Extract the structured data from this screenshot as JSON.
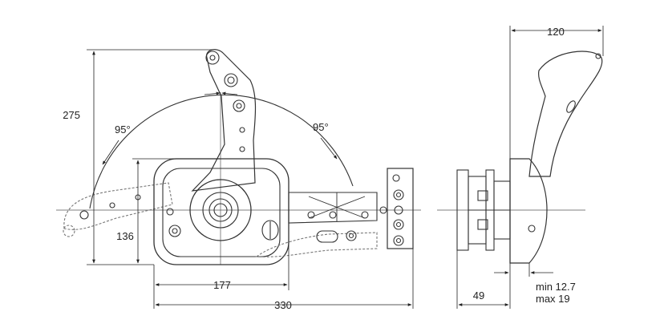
{
  "dimensions": {
    "height_lever": "275",
    "angle_left": "95°",
    "angle_right": "95°",
    "height_base": "136",
    "width_plate": "177",
    "width_overall": "330",
    "depth_side": "120",
    "depth_mount": "49",
    "panel_min": "min 12.7",
    "panel_max": "max 19"
  },
  "colors": {
    "line": "#333333",
    "dash": "#777777",
    "dim": "#222222"
  }
}
